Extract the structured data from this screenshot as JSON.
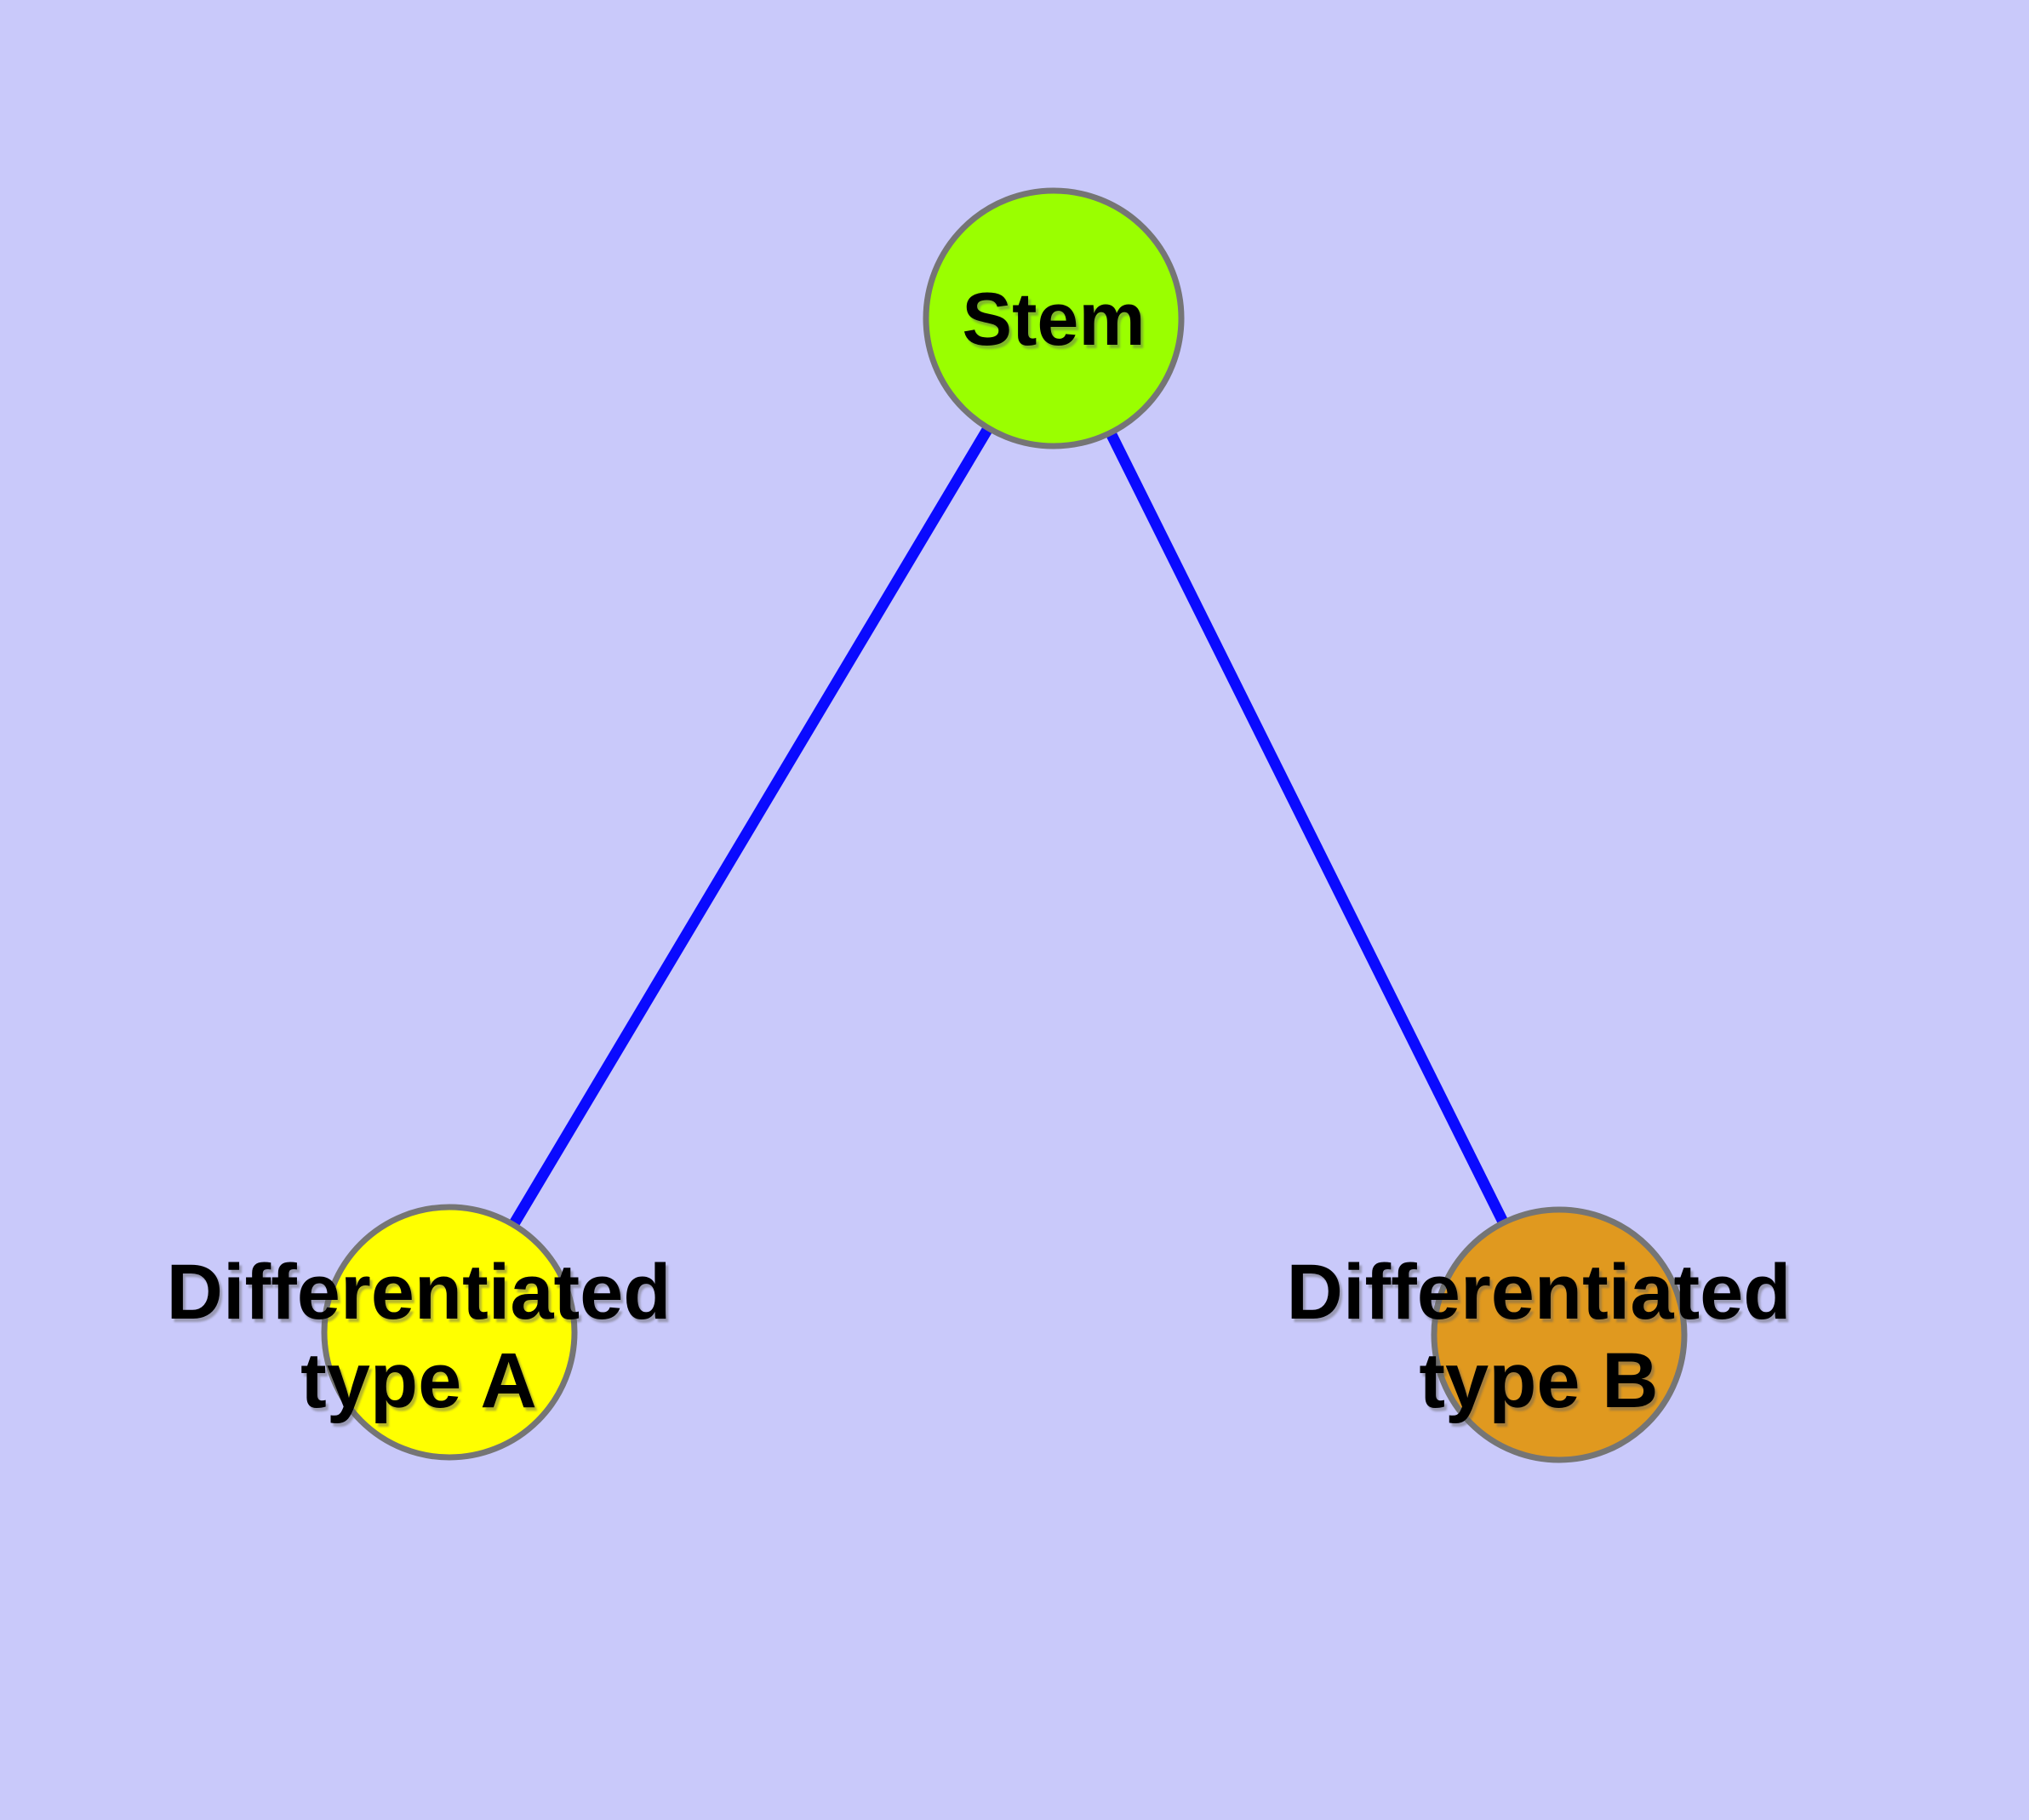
{
  "diagram": {
    "background_color": "#C9C9FA",
    "edge_color": "#0A0AFF",
    "node_border_color": "#757575",
    "text_color": "#000000",
    "nodes": [
      {
        "id": "stem",
        "label": "Stem",
        "fill": "#9AFF00"
      },
      {
        "id": "differentiated-type-a",
        "label": "Differentiated type A",
        "lines": [
          "Differentiated",
          "type A"
        ],
        "fill": "#FFFF00"
      },
      {
        "id": "differentiated-type-b",
        "label": "Differentiated type B",
        "lines": [
          "Differentiated",
          "type B"
        ],
        "fill": "#E0991F"
      }
    ],
    "edges": [
      {
        "from": "Stem",
        "to": "Differentiated type A"
      },
      {
        "from": "Stem",
        "to": "Differentiated type B"
      }
    ]
  }
}
